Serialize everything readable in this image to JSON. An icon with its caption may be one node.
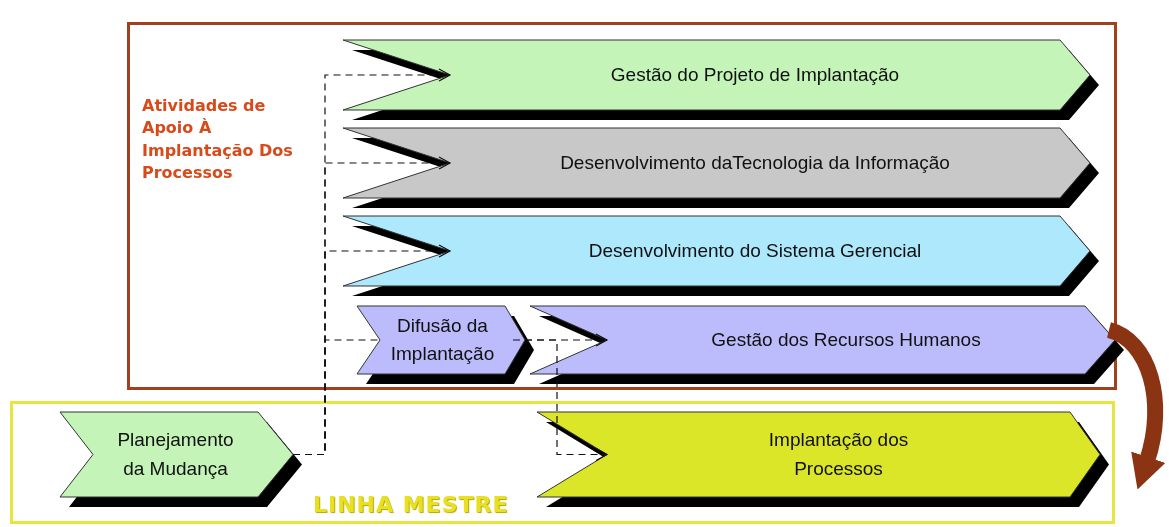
{
  "diagram": {
    "nodes": [
      {
        "text": [
          "Atividades de Apoio À Implantação Dos Processos"
        ]
      },
      {
        "text": [
          "Gestão do Projeto de Implantação"
        ],
        "in": 0
      },
      {
        "text": [
          "Desenvolvimento daTecnologia da Informação"
        ],
        "in": 0
      },
      {
        "text": [
          "Desenvolvimento do Sistema Gerencial"
        ],
        "in": 0
      },
      {
        "text": [
          "Difusão da Implantação"
        ],
        "in": 0
      },
      {
        "text": [
          "Gestão dos Recursos Humanos"
        ],
        "in": 0
      },
      {
        "text": [
          "LINHA MESTRE"
        ]
      },
      {
        "text": [
          "Planejamento da Mudança"
        ],
        "in": 6
      },
      {
        "text": [
          "Implantação dos Processos"
        ],
        "in": 6
      }
    ],
    "edges": [
      {
        "from": 7,
        "to": 1,
        "arrow": "to",
        "style": "dashed"
      },
      {
        "from": 7,
        "to": 2,
        "arrow": "to",
        "style": "dashed"
      },
      {
        "from": 7,
        "to": 3,
        "arrow": "to",
        "style": "dashed"
      },
      {
        "from": 7,
        "to": 4,
        "arrow": "none",
        "style": "dashed"
      },
      {
        "from": 4,
        "to": 5,
        "arrow": "to",
        "style": "dashed"
      },
      {
        "from": 4,
        "to": 8,
        "arrow": "to",
        "style": "dashed"
      },
      {
        "from": 0,
        "to": 6,
        "arrow": "to",
        "style": "thick",
        "color": "#8a3414"
      }
    ]
  }
}
